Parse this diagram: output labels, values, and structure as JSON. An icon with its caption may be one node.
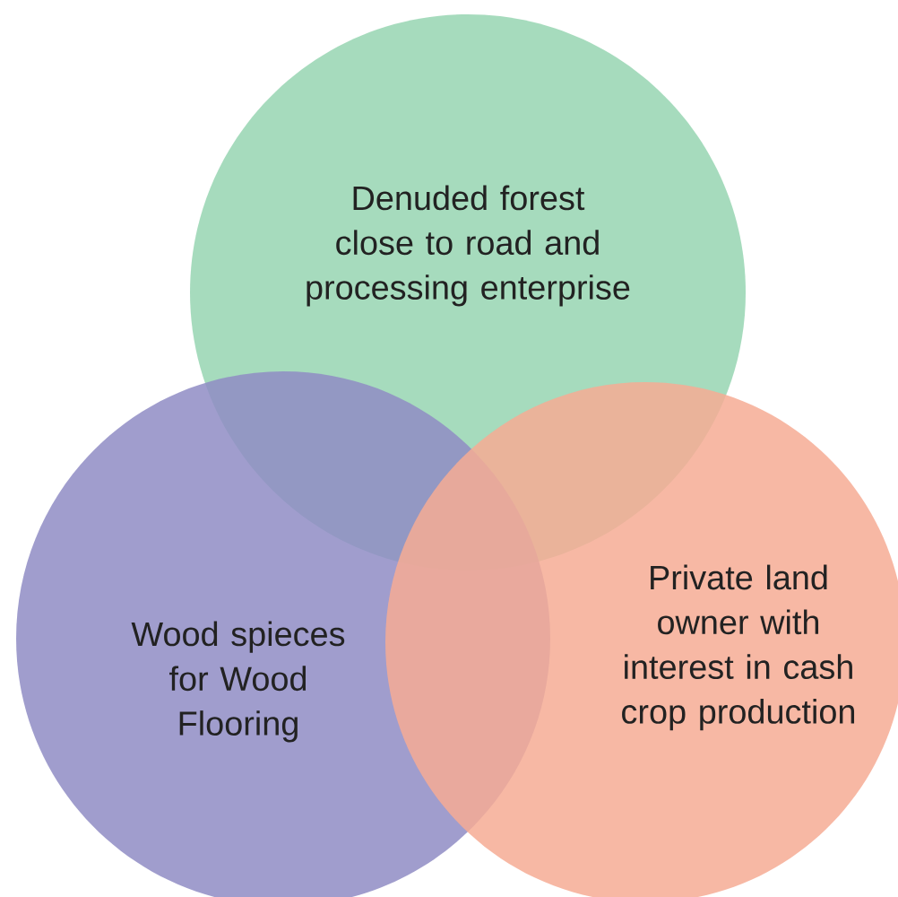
{
  "diagram": {
    "nodes": [
      {
        "text": [
          "Denuded forest close to road and processing enterprise"
        ]
      },
      {
        "text": [
          "Wood spieces for Wood Flooring"
        ]
      },
      {
        "text": [
          "Private land owner with interest in cash crop production"
        ]
      }
    ]
  }
}
